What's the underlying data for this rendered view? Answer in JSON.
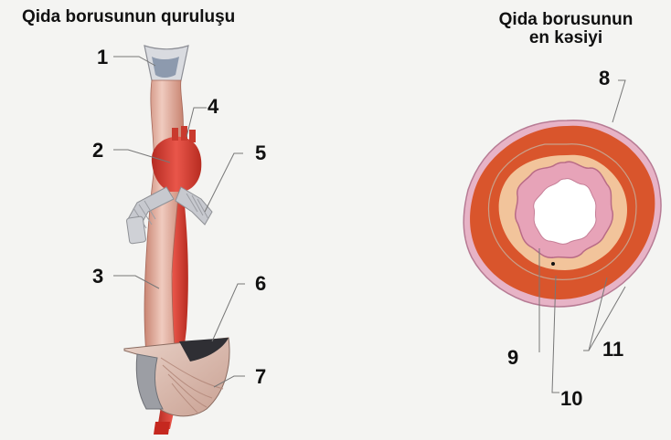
{
  "titles": {
    "left": "Qida borusunun quruluşu",
    "right_line1": "Qida borusunun",
    "right_line2": "en kəsiyi"
  },
  "labels": {
    "n1": "1",
    "n2": "2",
    "n3": "3",
    "n4": "4",
    "n5": "5",
    "n6": "6",
    "n7": "7",
    "n8": "8",
    "n9": "9",
    "n10": "10",
    "n11": "11"
  },
  "colors": {
    "background": "#f4f4f2",
    "esophagus": "#e0aea0",
    "aorta": "#d43a2a",
    "trachea": "#c9cbd0",
    "diaphragm": "#d8b9ae",
    "muscle_layer": "#d9552c",
    "submucosa": "#f2c49b",
    "mucosa": "#e7a3b8",
    "lumen": "#ffffff"
  }
}
